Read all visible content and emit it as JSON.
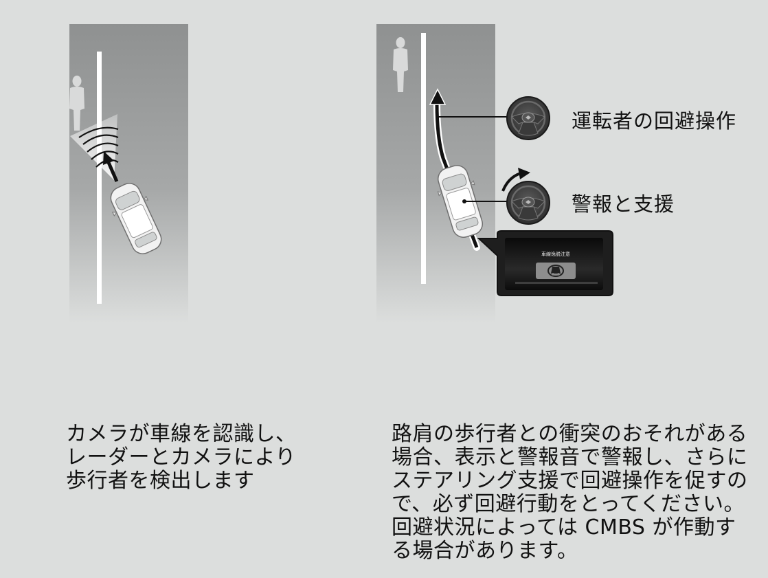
{
  "callouts": {
    "avoid": "運転者の回避操作",
    "warning": "警報と支援"
  },
  "screen": {
    "message": "車線逸脱注意"
  },
  "captions": {
    "left": [
      "カメラが車線を認識し、",
      "レーダーとカメラにより",
      "歩行者を検出します"
    ],
    "right": [
      "路肩の歩行者との衝突のおそれがある",
      "場合、表示と警報音で警報し、さらに",
      "ステアリング支援で回避操作を促すの",
      "で、必ず回避行動をとってください。",
      "回避状況によっては CMBS が作動す",
      "る場合があります。"
    ]
  },
  "icons": [
    "pedestrian-icon",
    "car-icon",
    "steering-wheel-icon",
    "radar-waves-icon",
    "rotation-arrow-icon",
    "warning-car-icon"
  ],
  "colors": {
    "background": "#dcdedd",
    "road": "#9a9c9c",
    "lane_line": "#ffffff",
    "path": "#111111"
  }
}
